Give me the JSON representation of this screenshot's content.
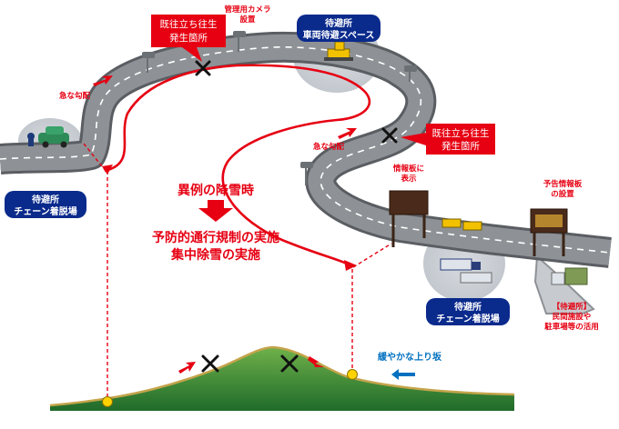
{
  "labels": {
    "stuck_box_1": [
      "既往立ち往生",
      "発生箇所"
    ],
    "stuck_box_2": [
      "既往立ち往生",
      "発生箇所"
    ],
    "camera_label": [
      "管理用カメラ",
      "設置"
    ],
    "top_station": [
      "待避所",
      "車両待避スペース"
    ],
    "left_station": [
      "待避所",
      "チェーン着脱場"
    ],
    "right_station": [
      "待避所",
      "チェーン着脱場"
    ],
    "steep_left": "急な勾配",
    "steep_right": "急な勾配",
    "info_board": [
      "情報板に",
      "表示"
    ],
    "advance_board": [
      "予告情報板",
      "の設置"
    ],
    "private_use": [
      "【待避所】",
      "民間施設や",
      "駐車場等の活用"
    ],
    "heavy_snow": "異例の降雪時",
    "measures": [
      "予防的通行規制の実施",
      "集中除雪の実施"
    ],
    "gentle_slope": "緩やかな上り坂"
  },
  "colors": {
    "road": "#8e9296",
    "road_edge": "#5a5e62",
    "red": "#e60012",
    "navy": "#0a2a8c",
    "blue_arrow": "#0070c0",
    "hill": "#2f7d32"
  }
}
